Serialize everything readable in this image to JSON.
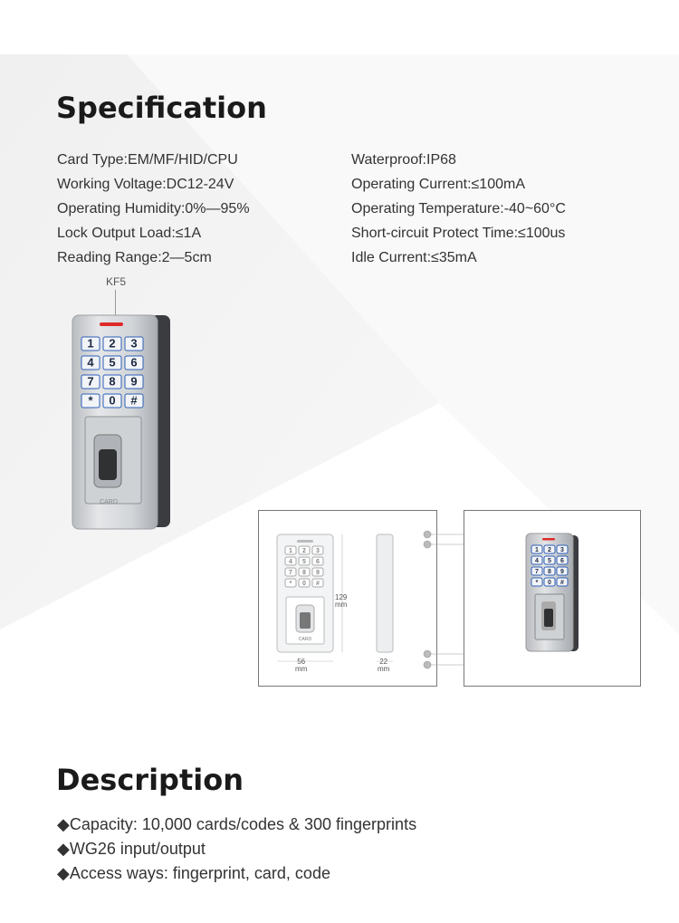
{
  "specification": {
    "title": "Specification",
    "left": [
      "Card Type:EM/MF/HID/CPU",
      "Working Voltage:DC12-24V",
      "Operating Humidity:0%—95%",
      "Lock Output Load:≤1A",
      "Reading Range:2—5cm"
    ],
    "right": [
      "Waterproof:IP68",
      "Operating Current:≤100mA",
      "Operating Temperature:-40~60°C",
      "Short-circuit Protect Time:≤100us",
      "Idle Current:≤35mA"
    ]
  },
  "product": {
    "model_label": "KF5",
    "keypad_keys": [
      "1",
      "2",
      "3",
      "4",
      "5",
      "6",
      "7",
      "8",
      "9",
      "*",
      "0",
      "#"
    ],
    "card_label": "CARD"
  },
  "dimensions": {
    "height_value": "129",
    "width_value": "56",
    "depth_value": "22",
    "unit": "mm"
  },
  "description": {
    "title": "Description",
    "items": [
      "◆Capacity: 10,000 cards/codes & 300 fingerprints",
      "◆WG26 input/output",
      "◆Access ways: fingerprint, card, code"
    ]
  },
  "colors": {
    "key_blue": "#2d5fb8",
    "panel_silver": "#c9ccd0",
    "led_red": "#e02a2a"
  }
}
